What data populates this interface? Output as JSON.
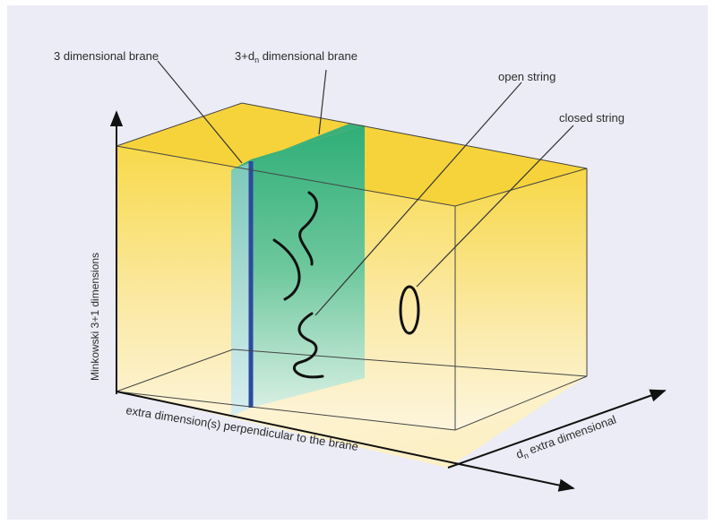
{
  "labels": {
    "brane_3d": "3 dimensional brane",
    "brane_3dn_prefix": "3+d",
    "brane_3dn_sub": "n",
    "brane_3dn_suffix": " dimensional brane",
    "open_string": "open string",
    "closed_string": "closed string",
    "y_axis": "Minkowski 3+1 dimensions",
    "x_axis": "extra dimension(s) perpendicular to the brane",
    "z_axis_prefix": "d",
    "z_axis_sub": "n",
    "z_axis_suffix": " extra dimensional"
  },
  "colors": {
    "box_top": "#f6d33a",
    "box_face": "#fbe58a",
    "box_floor": "#fbf0c6",
    "brane_green": "#3bb57d",
    "brane_thin": "#2d4aa0",
    "background": "#ececf6"
  }
}
